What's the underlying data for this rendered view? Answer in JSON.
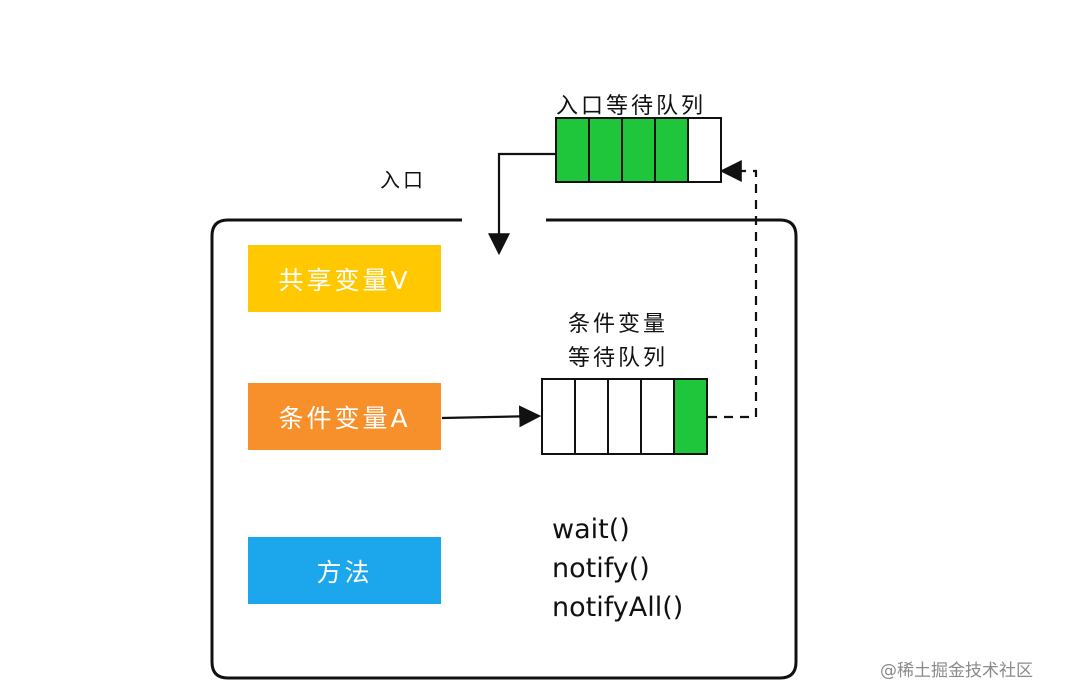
{
  "labels": {
    "entry_queue": "入口等待队列",
    "entry": "入口",
    "condition_queue_line1": "条件变量",
    "condition_queue_line2": "等待队列"
  },
  "boxes": {
    "shared_variable": "共享变量V",
    "condition_variable": "条件变量A",
    "methods": "方法"
  },
  "methods": [
    "wait()",
    "notify()",
    "notifyAll()"
  ],
  "queues": {
    "entry_queue": {
      "total_slots": 5,
      "filled_slots": 4,
      "filled_from": "left"
    },
    "condition_queue": {
      "total_slots": 5,
      "filled_slots": 1,
      "filled_from": "right"
    }
  },
  "colors": {
    "shared_variable_box": "#FFC800",
    "condition_variable_box": "#F7902A",
    "methods_box": "#1CA7EC",
    "queue_filled": "#1FC53A",
    "queue_empty": "#FFFFFF",
    "line": "#111111",
    "watermark": "#8A8A8A"
  },
  "watermark": "@稀土掘金技术社区"
}
